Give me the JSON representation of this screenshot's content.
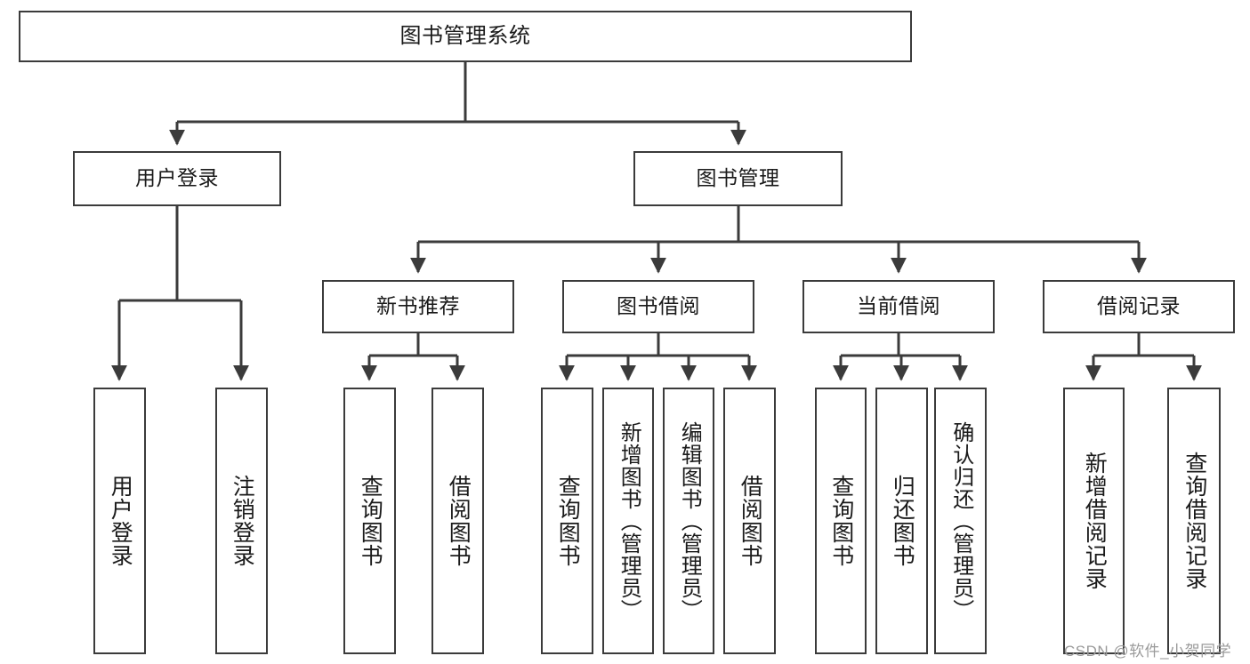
{
  "diagram": {
    "type": "tree",
    "title": "图书管理系统",
    "orientation": "top-down",
    "colors": {
      "box_border": "#3b3b3b",
      "box_fill": "#ffffff",
      "edge": "#3b3b3b",
      "text": "#1a1a1a",
      "watermark": "#9a9a9a"
    },
    "levels": {
      "root": {
        "label": "图书管理系统"
      },
      "level2": [
        {
          "id": "user-login",
          "label": "用户登录"
        },
        {
          "id": "book-manage",
          "label": "图书管理"
        }
      ],
      "level3": [
        {
          "id": "new-book-recommend",
          "label": "新书推荐"
        },
        {
          "id": "book-borrow",
          "label": "图书借阅"
        },
        {
          "id": "current-borrow",
          "label": "当前借阅"
        },
        {
          "id": "borrow-record",
          "label": "借阅记录"
        }
      ],
      "leaves": {
        "user-login": [
          {
            "id": "leaf-user-login",
            "label": "用户登录"
          },
          {
            "id": "leaf-logout-login",
            "label": "注销登录"
          }
        ],
        "new-book-recommend": [
          {
            "id": "leaf-query-book-1",
            "label": "查询图书"
          },
          {
            "id": "leaf-borrow-book-1",
            "label": "借阅图书"
          }
        ],
        "book-borrow": [
          {
            "id": "leaf-query-book-2",
            "label": "查询图书"
          },
          {
            "id": "leaf-add-book",
            "label": "新增图书（管理员）"
          },
          {
            "id": "leaf-edit-book",
            "label": "编辑图书（管理员）"
          },
          {
            "id": "leaf-borrow-book-2",
            "label": "借阅图书"
          }
        ],
        "current-borrow": [
          {
            "id": "leaf-query-book-3",
            "label": "查询图书"
          },
          {
            "id": "leaf-return-book",
            "label": "归还图书"
          },
          {
            "id": "leaf-confirm-return",
            "label": "确认归还（管理员）"
          }
        ],
        "borrow-record": [
          {
            "id": "leaf-add-record",
            "label": "新增借阅记录"
          },
          {
            "id": "leaf-query-record",
            "label": "查询借阅记录"
          }
        ]
      }
    }
  },
  "watermark": {
    "text": "CSDN @软件_小贺同学"
  }
}
